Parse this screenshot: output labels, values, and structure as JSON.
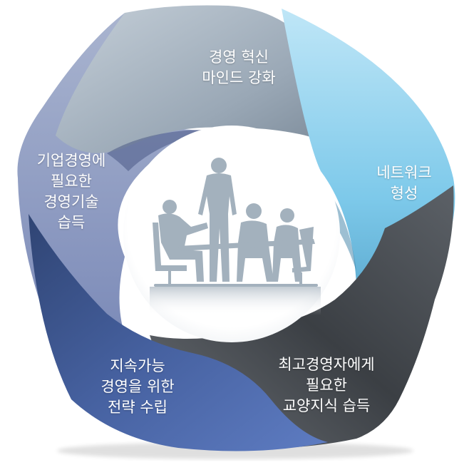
{
  "segments": [
    {
      "id": "top",
      "lines": [
        "경영 혁신",
        "마인드 강화"
      ]
    },
    {
      "id": "right",
      "lines": [
        "네트워크",
        "형성"
      ]
    },
    {
      "id": "bottom-right",
      "lines": [
        "최고경영자에게",
        "필요한",
        "교양지식 습득"
      ]
    },
    {
      "id": "bottom-left",
      "lines": [
        "지속가능",
        "경영을 위한",
        "전략 수립"
      ]
    },
    {
      "id": "left",
      "lines": [
        "기업경영에",
        "필요한",
        "경영기술",
        "습득"
      ]
    }
  ],
  "center_image": "business-meeting-silhouette",
  "colors": {
    "top": "#8f9fae",
    "right": "#6fc2e6",
    "bottom_right": "#3e4247",
    "bottom_left": "#4e68a6",
    "left": "#8c9bc2",
    "silhouette": "#a3b1bd"
  }
}
